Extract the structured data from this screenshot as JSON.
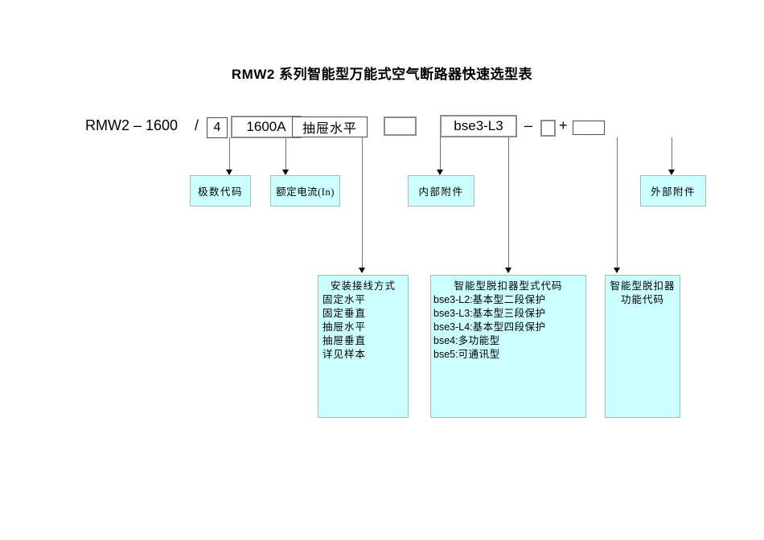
{
  "title": "RMW2 系列智能型万能式空气断路器快速选型表",
  "formula": {
    "model": "RMW2 – 1600",
    "slash": "/",
    "pole_value": "4",
    "current_value": "1600A",
    "install_value": "抽屉水平",
    "internal_value": "",
    "trip_type_value": "bse3-L3",
    "dash": "–",
    "func_value": "",
    "plus": "+",
    "external_value": ""
  },
  "callouts": {
    "pole": "极数代码",
    "current": "额定电流(In)",
    "internal": "内部附件",
    "external": "外部附件"
  },
  "install_box": {
    "title": "安装接线方式",
    "lines": [
      "固定水平",
      "固定垂直",
      "抽屉水平",
      "抽屉垂直",
      "详见样本"
    ]
  },
  "trip_type_box": {
    "title": "智能型脱扣器型式代码",
    "sep": ":",
    "items": [
      {
        "code": "bse3-L2",
        "desc": "基本型二段保护"
      },
      {
        "code": "bse3-L3",
        "desc": "基本型三段保护"
      },
      {
        "code": "bse3-L4",
        "desc": "基本型四段保护"
      },
      {
        "code": "bse4",
        "desc": "多功能型"
      },
      {
        "code": "bse5",
        "desc": "可通讯型"
      }
    ]
  },
  "trip_func_box": {
    "line1": "智能型脱扣器",
    "line2": "功能代码"
  },
  "colors": {
    "box_fill": "#CCFFFF",
    "box_border": "#9FBFBF",
    "formula_border": "#4D4D4D",
    "formula_border_thick": "#8C8C8C",
    "connector_line": "#737373",
    "arrowhead": "#000000",
    "text": "#000000",
    "background": "#FFFFFF"
  }
}
